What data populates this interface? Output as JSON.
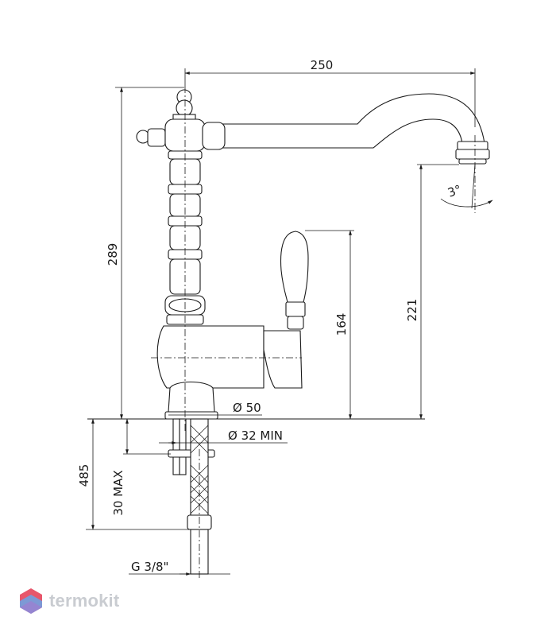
{
  "drawing": {
    "dimensions": {
      "spout_reach": "250",
      "overall_height": "289",
      "lever_height": "164",
      "spout_outlet_height": "221",
      "spout_angle": "3°",
      "base_diameter": "Ø 50",
      "hole_diameter": "Ø 32 MIN",
      "hose_length": "485",
      "max_deck_thickness": "30 MAX",
      "hose_thread": "G 3/8\""
    }
  },
  "watermark": {
    "brand": "termokit",
    "brand_color": "#c9ccd1",
    "icon": "hexagon-logo-icon"
  }
}
